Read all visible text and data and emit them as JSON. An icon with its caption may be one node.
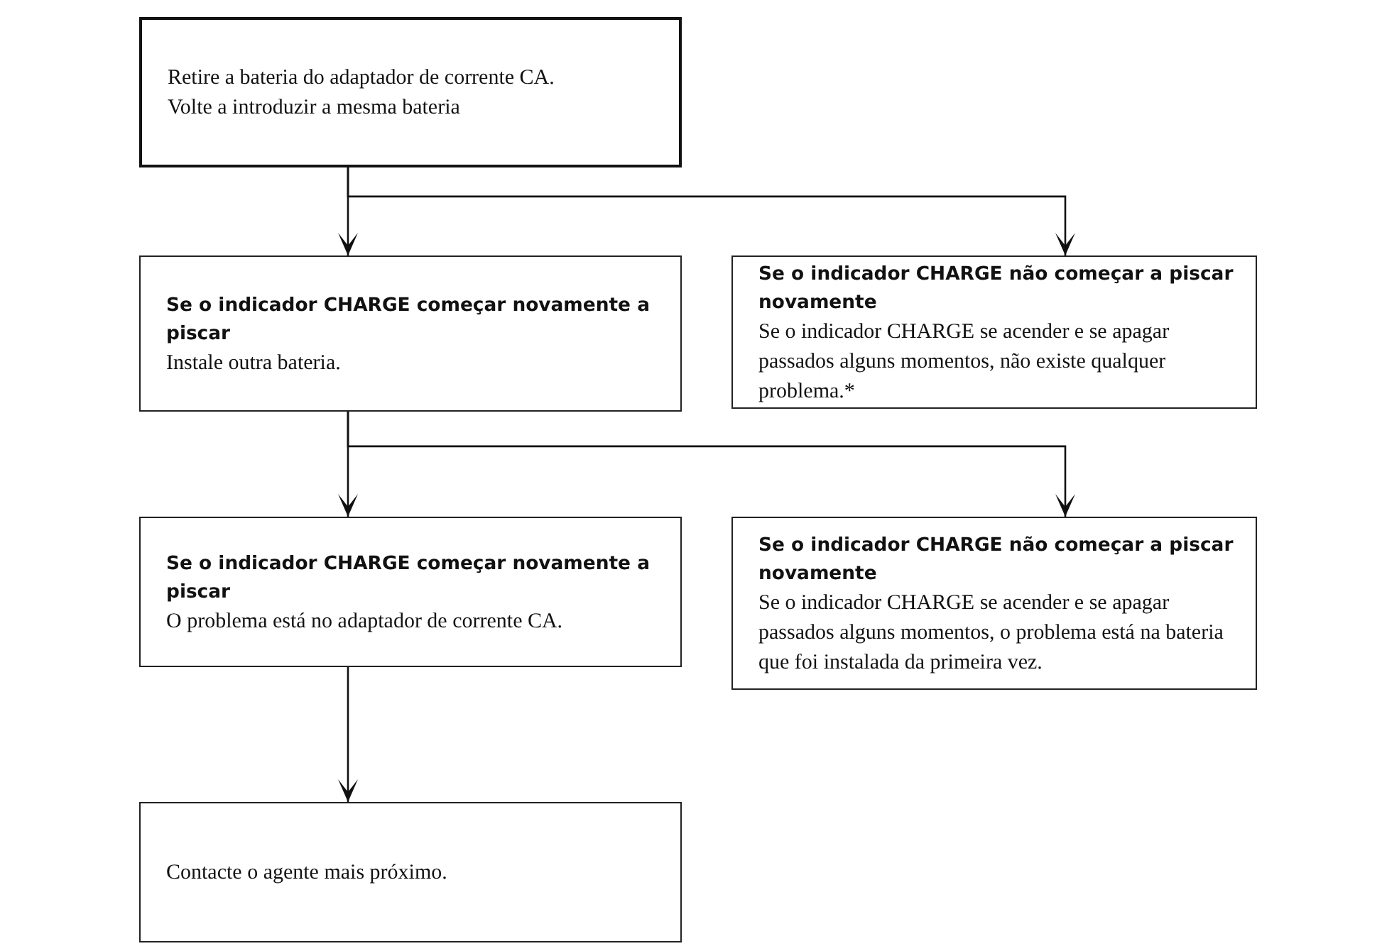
{
  "diagram": {
    "nodes": [
      {
        "text": [
          "Retire a bateria do adaptador de corrente CA.",
          "Volte a introduzir a mesma bateria"
        ]
      },
      {
        "text": [
          "Se o indicador CHARGE começar novamente a piscar",
          "Instale outra bateria."
        ]
      },
      {
        "text": [
          "Se o indicador CHARGE não começar a piscar novamente",
          "Se o indicador CHARGE se acender e se apagar passados alguns momentos, não existe qualquer problema.*"
        ]
      },
      {
        "text": [
          "Se o indicador CHARGE começar novamente a piscar",
          "O problema está no adaptador de corrente CA."
        ]
      },
      {
        "text": [
          "Se o indicador CHARGE não começar a piscar novamente",
          "Se o indicador CHARGE se acender e se apagar passados alguns momentos, o problema está na bateria que foi instalada da primeira vez."
        ]
      },
      {
        "text": [
          "Contacte o agente mais próximo."
        ]
      }
    ],
    "edges": [
      {
        "from": 0,
        "to": 1,
        "arrow": "to"
      },
      {
        "from": 0,
        "to": 2,
        "arrow": "to"
      },
      {
        "from": 1,
        "to": 3,
        "arrow": "to"
      },
      {
        "from": 1,
        "to": 4,
        "arrow": "to"
      },
      {
        "from": 3,
        "to": 5,
        "arrow": "to"
      }
    ]
  }
}
